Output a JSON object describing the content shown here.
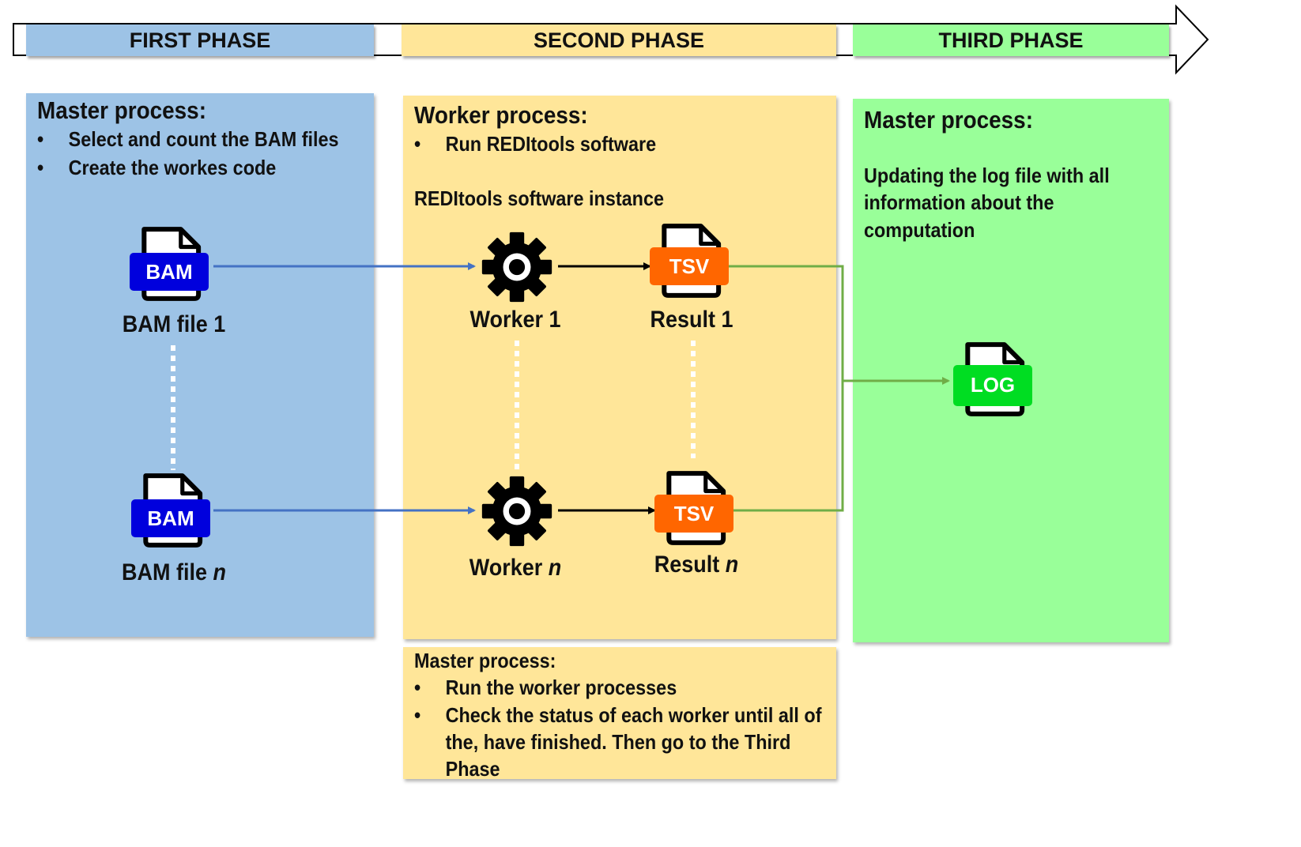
{
  "phases": {
    "first": "FIRST PHASE",
    "second": "SECOND PHASE",
    "third": "THIRD PHASE"
  },
  "first_panel": {
    "title": "Master process:",
    "bullets": [
      "Select and count the BAM files",
      "Create the workes code"
    ],
    "file_badge": "BAM",
    "file1_label": "BAM file 1",
    "filen_prefix": "BAM file ",
    "filen_italic": "n"
  },
  "second_panel": {
    "title": "Worker process:",
    "bullets": [
      "Run REDItools software"
    ],
    "instance_label": "REDItools software instance",
    "worker1_label": "Worker 1",
    "workern_prefix": "Worker ",
    "workern_italic": "n",
    "result_badge": "TSV",
    "result1_label": "Result 1",
    "resultn_prefix": "Result ",
    "resultn_italic": "n"
  },
  "second_master": {
    "title": "Master process:",
    "bullets": [
      "Run the worker processes",
      "Check the status of each worker until all of the, have finished. Then go to the Third Phase"
    ]
  },
  "third_panel": {
    "title": "Master process:",
    "text_lines": [
      "Updating the log file with all",
      "information about the",
      "computation"
    ],
    "log_badge": "LOG"
  },
  "icons": {
    "worker": "gear-icon",
    "file": "document-icon"
  },
  "colors": {
    "first_phase": "#9dc3e6",
    "second_phase": "#ffe699",
    "third_phase": "#99ff99",
    "bam_badge": "#0000dd",
    "tsv_badge": "#ff6600",
    "log_badge": "#00dd22",
    "blue_arrow": "#4472c4",
    "green_line": "#70ad47"
  }
}
